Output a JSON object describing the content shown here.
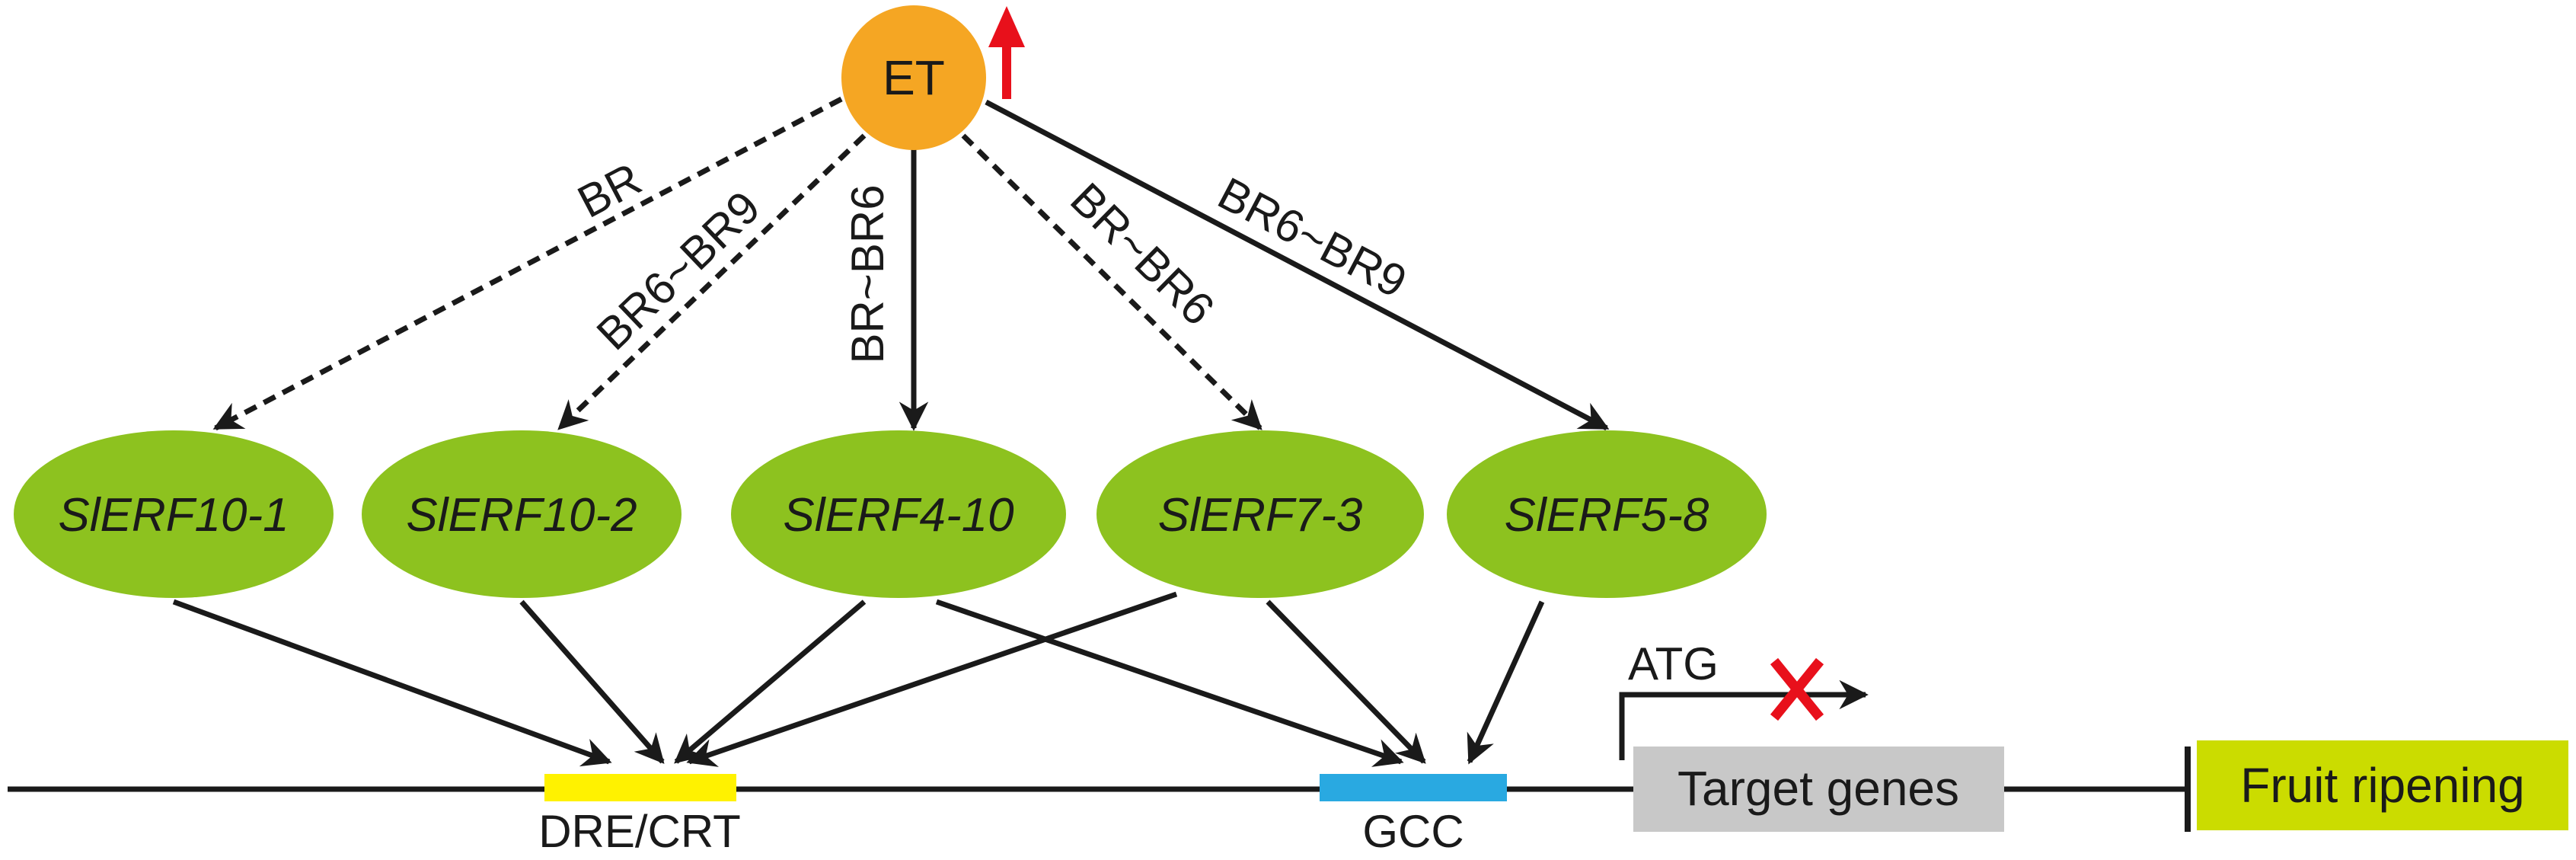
{
  "signal": {
    "label": "ET",
    "fill": "#f5a623",
    "up_arrow_color": "#e8101b"
  },
  "edges": [
    {
      "label": "BR",
      "style": "dashed"
    },
    {
      "label": "BR6~BR9",
      "style": "dashed"
    },
    {
      "label": "BR~BR6",
      "style": "solid"
    },
    {
      "label": "BR~BR6",
      "style": "dashed"
    },
    {
      "label": "BR6~BR9",
      "style": "solid"
    }
  ],
  "genes": [
    {
      "label": "SlERF10-1"
    },
    {
      "label": "SlERF10-2"
    },
    {
      "label": "SlERF4-10"
    },
    {
      "label": "SlERF7-3"
    },
    {
      "label": "SlERF5-8"
    }
  ],
  "gene_fill": "#8dc21f",
  "elements": [
    {
      "label": "DRE/CRT",
      "color": "#fff200"
    },
    {
      "label": "GCC",
      "color": "#29a9e1"
    }
  ],
  "promoter": {
    "label": "ATG",
    "block_color": "#e8101b"
  },
  "target": {
    "label": "Target genes",
    "fill": "#c8c8c8"
  },
  "outcome": {
    "label": "Fruit ripening",
    "fill": "#cbdc00"
  }
}
